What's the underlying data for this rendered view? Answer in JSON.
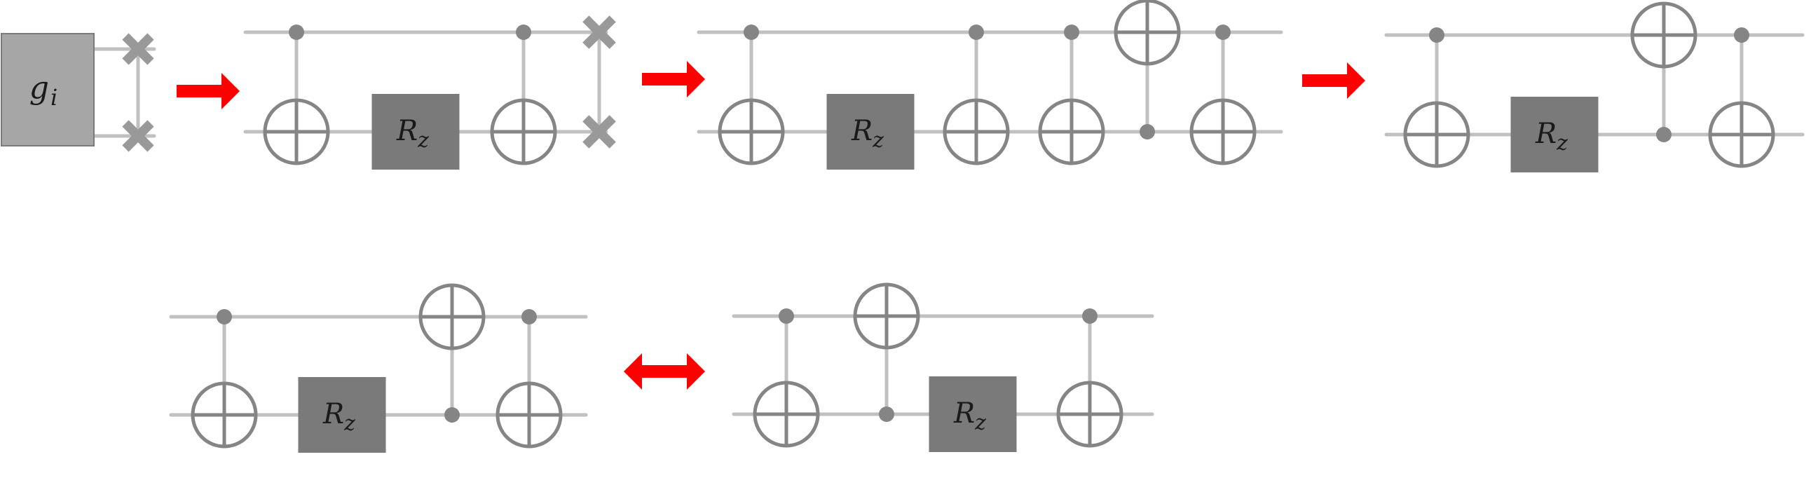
{
  "gate_label": "g",
  "gate_index": "i",
  "rotation_label": "R",
  "rotation_subscript": "z",
  "colors": {
    "wire": "#c0c0c0",
    "gate": "#858585",
    "rz_box": "#7a7a7a",
    "gi_box": "#a6a6a6",
    "arrow": "#ff0000"
  },
  "circuits": [
    {
      "id": "c0",
      "items": [
        {
          "kind": "gi"
        },
        {
          "kind": "swap"
        }
      ]
    },
    {
      "id": "c1",
      "items": [
        {
          "kind": "cnot",
          "control": "top"
        },
        {
          "kind": "rz"
        },
        {
          "kind": "cnot",
          "control": "top"
        },
        {
          "kind": "swap"
        }
      ]
    },
    {
      "id": "c2",
      "items": [
        {
          "kind": "cnot",
          "control": "top"
        },
        {
          "kind": "rz"
        },
        {
          "kind": "cnot",
          "control": "top"
        },
        {
          "kind": "cnot",
          "control": "top"
        },
        {
          "kind": "cnot",
          "control": "bottom"
        },
        {
          "kind": "cnot",
          "control": "top"
        }
      ]
    },
    {
      "id": "c3",
      "items": [
        {
          "kind": "cnot",
          "control": "top"
        },
        {
          "kind": "rz"
        },
        {
          "kind": "cnot",
          "control": "bottom"
        },
        {
          "kind": "cnot",
          "control": "top"
        }
      ]
    },
    {
      "id": "c4",
      "items": [
        {
          "kind": "cnot",
          "control": "top"
        },
        {
          "kind": "rz"
        },
        {
          "kind": "cnot",
          "control": "bottom"
        },
        {
          "kind": "cnot",
          "control": "top"
        }
      ]
    },
    {
      "id": "c5",
      "items": [
        {
          "kind": "cnot",
          "control": "top"
        },
        {
          "kind": "cnot",
          "control": "bottom"
        },
        {
          "kind": "rz"
        },
        {
          "kind": "cnot",
          "control": "top"
        }
      ]
    }
  ],
  "arrows": [
    {
      "from": "c0",
      "to": "c1",
      "type": "implies"
    },
    {
      "from": "c1",
      "to": "c2",
      "type": "implies"
    },
    {
      "from": "c2",
      "to": "c3",
      "type": "implies"
    },
    {
      "from": "c4",
      "to": "c5",
      "type": "equivalent"
    }
  ]
}
